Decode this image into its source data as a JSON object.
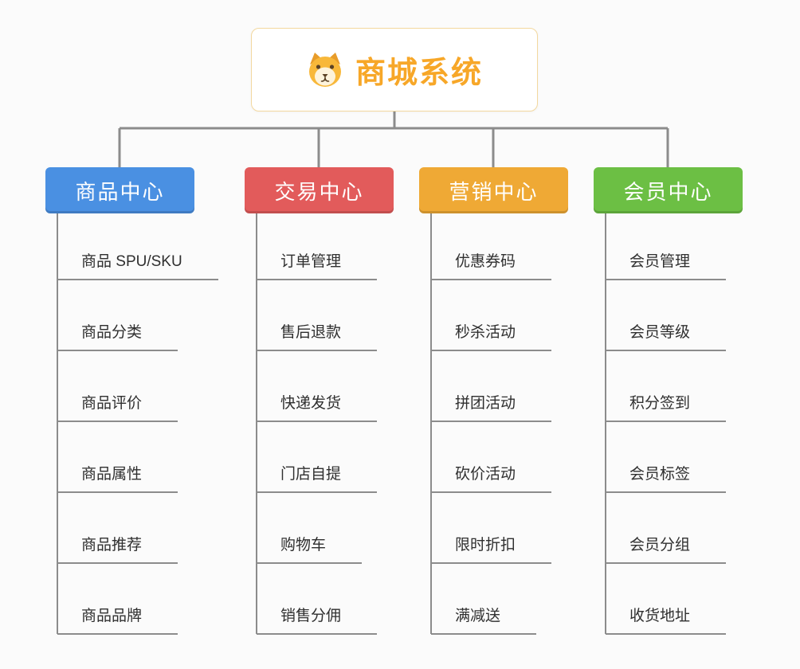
{
  "root": {
    "title": "商城系统",
    "icon": "dog-face-icon",
    "title_color": "#f7a728",
    "border_color": "#f3d89f"
  },
  "connectors": {
    "color": "#8c8c8c"
  },
  "branches": [
    {
      "label": "商品中心",
      "color": "#4a90e2",
      "items": [
        "商品 SPU/SKU",
        "商品分类",
        "商品评价",
        "商品属性",
        "商品推荐",
        "商品品牌"
      ]
    },
    {
      "label": "交易中心",
      "color": "#e25b5b",
      "items": [
        "订单管理",
        "售后退款",
        "快递发货",
        "门店自提",
        "购物车",
        "销售分佣"
      ]
    },
    {
      "label": "营销中心",
      "color": "#efa935",
      "items": [
        "优惠券码",
        "秒杀活动",
        "拼团活动",
        "砍价活动",
        "限时折扣",
        "满减送"
      ]
    },
    {
      "label": "会员中心",
      "color": "#6cbf44",
      "items": [
        "会员管理",
        "会员等级",
        "积分签到",
        "会员标签",
        "会员分组",
        "收货地址"
      ]
    }
  ]
}
